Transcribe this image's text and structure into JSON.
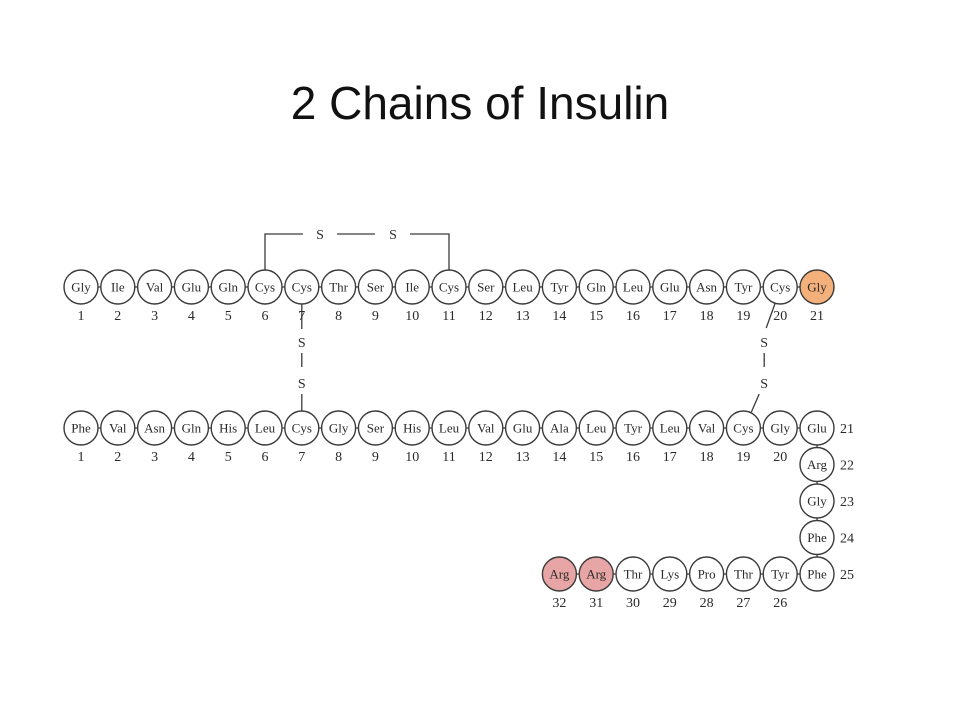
{
  "title": "2 Chains of Insulin",
  "colors": {
    "stroke": "#3a3a3a",
    "default_fill": "#ffffff",
    "highlight_gly": "#f4b07a",
    "highlight_arg": "#e8a5a5"
  },
  "chain_a": {
    "residues": [
      "Gly",
      "Ile",
      "Val",
      "Glu",
      "Gln",
      "Cys",
      "Cys",
      "Thr",
      "Ser",
      "Ile",
      "Cys",
      "Ser",
      "Leu",
      "Tyr",
      "Gln",
      "Leu",
      "Glu",
      "Asn",
      "Tyr",
      "Cys",
      "Gly"
    ],
    "numbers": [
      "1",
      "2",
      "3",
      "4",
      "5",
      "6",
      "7",
      "8",
      "9",
      "10",
      "11",
      "12",
      "13",
      "14",
      "15",
      "16",
      "17",
      "18",
      "19",
      "20",
      "21"
    ],
    "highlight": {
      "21": "highlight_gly"
    }
  },
  "chain_b": {
    "residues": [
      "Phe",
      "Val",
      "Asn",
      "Gln",
      "His",
      "Leu",
      "Cys",
      "Gly",
      "Ser",
      "His",
      "Leu",
      "Val",
      "Glu",
      "Ala",
      "Leu",
      "Tyr",
      "Leu",
      "Val",
      "Cys",
      "Gly",
      "Glu",
      "Arg",
      "Gly",
      "Phe",
      "Phe",
      "Tyr",
      "Thr",
      "Pro",
      "Lys",
      "Thr",
      "Arg",
      "Arg"
    ],
    "numbers": [
      "1",
      "2",
      "3",
      "4",
      "5",
      "6",
      "7",
      "8",
      "9",
      "10",
      "11",
      "12",
      "13",
      "14",
      "15",
      "16",
      "17",
      "18",
      "19",
      "20",
      "21",
      "22",
      "23",
      "24",
      "25",
      "26",
      "27",
      "28",
      "29",
      "30",
      "31",
      "32"
    ],
    "highlight": {
      "31": "highlight_arg",
      "32": "highlight_arg"
    }
  },
  "disulfide": {
    "sulfur_label": "S",
    "bridges": [
      {
        "from": "A6",
        "to": "A11"
      },
      {
        "from": "A7",
        "to": "B7"
      },
      {
        "from": "A20",
        "to": "B19"
      }
    ]
  }
}
